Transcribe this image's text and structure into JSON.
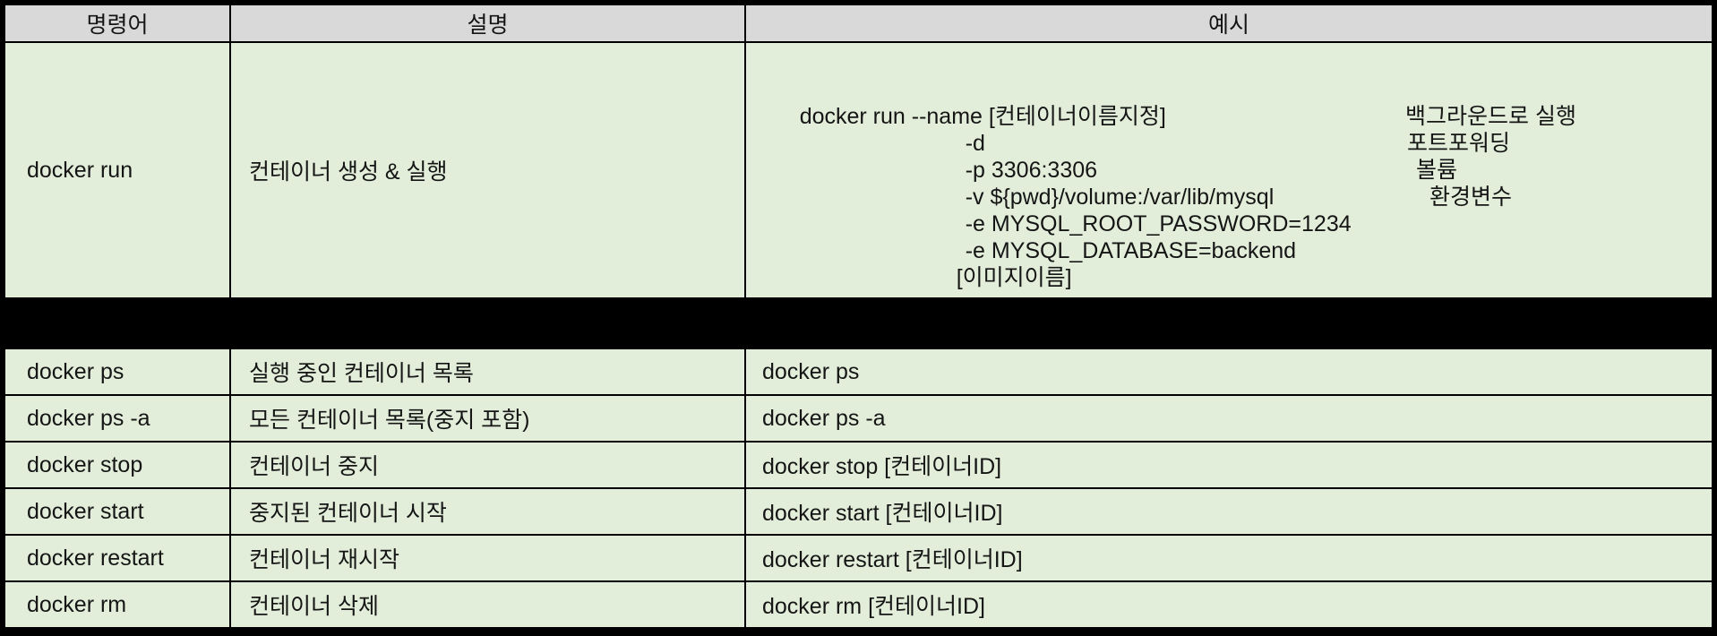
{
  "table": {
    "headers": {
      "command": "명령어",
      "description": "설명",
      "example": "예시"
    },
    "run_row": {
      "command": "docker run",
      "description": "컨테이너 생성 & 실행",
      "example_lines": [
        {
          "text": "docker run --name [컨테이너이름지정]",
          "note": ""
        },
        {
          "text": "-d",
          "note": "백그라운드로 실행"
        },
        {
          "text": "-p 3306:3306",
          "note": "포트포워딩"
        },
        {
          "text": "-v ${pwd}/volume:/var/lib/mysql",
          "note": "볼륨"
        },
        {
          "text": "-e MYSQL_ROOT_PASSWORD=1234",
          "note": "환경변수"
        },
        {
          "text": "-e MYSQL_DATABASE=backend",
          "note": ""
        },
        {
          "text": "[이미지이름]",
          "note": ""
        }
      ]
    },
    "rows": [
      {
        "command": "docker ps",
        "description": "실행 중인 컨테이너 목록",
        "example": "docker ps"
      },
      {
        "command": "docker ps -a",
        "description": "모든 컨테이너 목록(중지 포함)",
        "example": "docker ps -a"
      },
      {
        "command": "docker stop",
        "description": "컨테이너 중지",
        "example": "docker stop [컨테이너ID]"
      },
      {
        "command": "docker start",
        "description": "중지된 컨테이너 시작",
        "example": "docker start [컨테이너ID]"
      },
      {
        "command": "docker restart",
        "description": "컨테이너 재시작",
        "example": "docker restart [컨테이너ID]"
      },
      {
        "command": "docker rm",
        "description": "컨테이너 삭제",
        "example": "docker rm [컨테이너ID]"
      }
    ],
    "colors": {
      "header_bg": "#d9d9d9",
      "row_bg": "#e2eeda",
      "border": "#000000"
    }
  }
}
